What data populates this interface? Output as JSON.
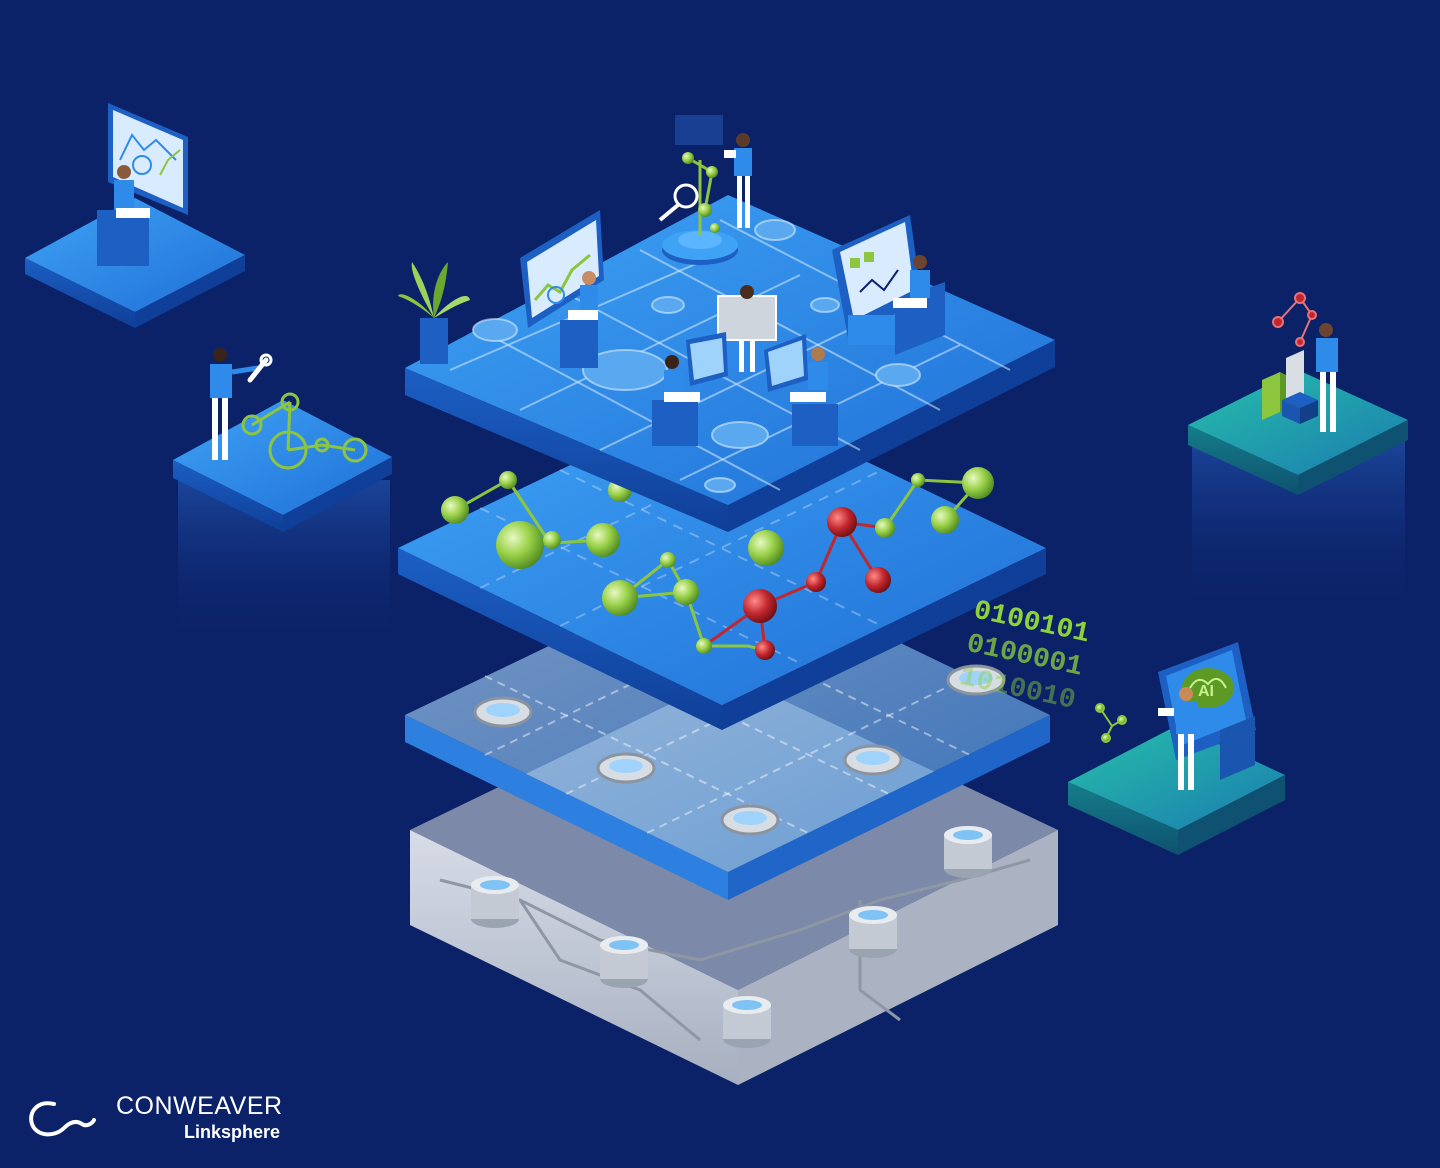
{
  "brand": {
    "name": "CONWEAVER",
    "product": "Linksphere",
    "logo_icon": "conweaver-swirl-icon"
  },
  "binary_stream": [
    "0100101",
    "0100001",
    "1010010"
  ],
  "terminal_label": "AI",
  "colors": {
    "background": "#0b2268",
    "platform_blue": "#2f8bea",
    "platform_teal": "#1f9ea3",
    "node_green": "#8cc63f",
    "node_red": "#c1272d",
    "data_layer": "#d9dde4"
  }
}
